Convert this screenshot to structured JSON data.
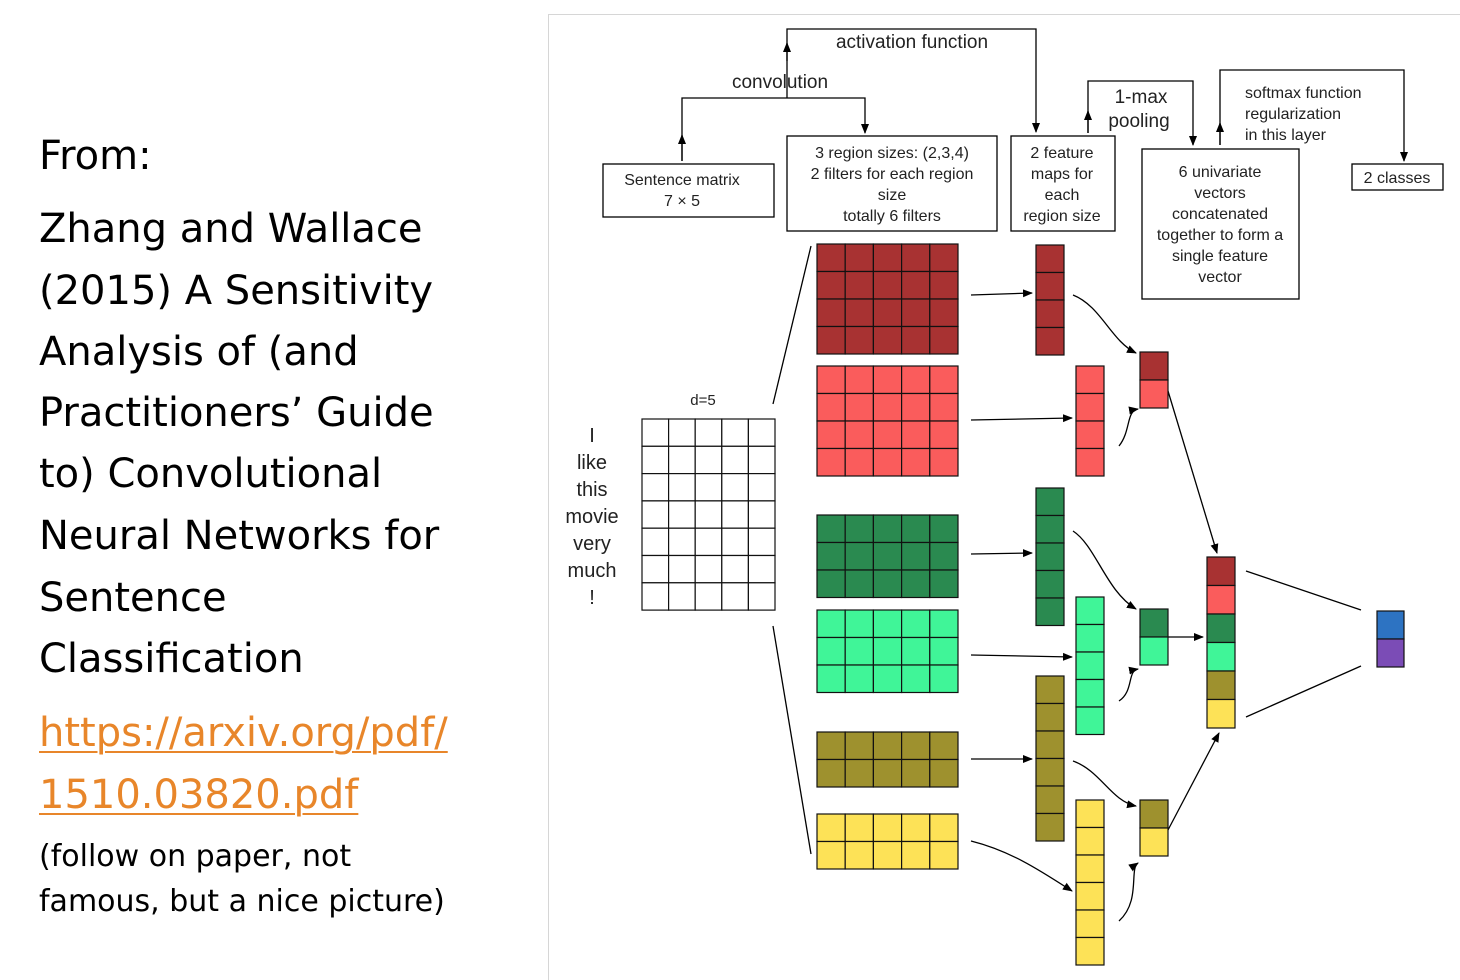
{
  "citation": {
    "from_label": "From:",
    "title_lines": [
      "Zhang and Wallace",
      "(2015) A Sensitivity",
      "Analysis of (and",
      "Practitioners’ Guide",
      "to) Convolutional",
      "Neural Networks for",
      "Sentence",
      "Classification"
    ],
    "link_lines": [
      "https://arxiv.org/pdf/",
      "1510.03820.pdf"
    ],
    "note_lines": [
      "(follow on paper, not",
      "famous, but a nice picture)"
    ]
  },
  "diagram": {
    "top_labels": {
      "activation": "activation function",
      "convolution": "convolution",
      "maxpool": [
        "1-max",
        "pooling"
      ],
      "softmax": [
        "softmax function",
        "regularization",
        "in this layer"
      ]
    },
    "boxes": {
      "sentence_matrix": [
        "Sentence matrix",
        "7 × 5"
      ],
      "region_sizes": [
        "3 region sizes: (2,3,4)",
        "2 filters for each region",
        "size",
        "totally 6 filters"
      ],
      "feature_maps": [
        "2 feature",
        "maps for",
        "each",
        "region size"
      ],
      "univariate": [
        "6 univariate",
        "vectors",
        "concatenated",
        "together to form a",
        "single feature",
        "vector"
      ],
      "classes": [
        "2 classes"
      ]
    },
    "dimension_label": "d=5",
    "sentence_words": [
      "I",
      "like",
      "this",
      "movie",
      "very",
      "much",
      "!"
    ],
    "colors": {
      "dark_red": "#a83232",
      "light_red": "#fa5c5c",
      "dark_green": "#2a8a50",
      "light_green": "#40f598",
      "olive": "#9e912e",
      "yellow": "#fde257",
      "blue": "#2d73c2",
      "purple": "#7b4cb6"
    }
  }
}
